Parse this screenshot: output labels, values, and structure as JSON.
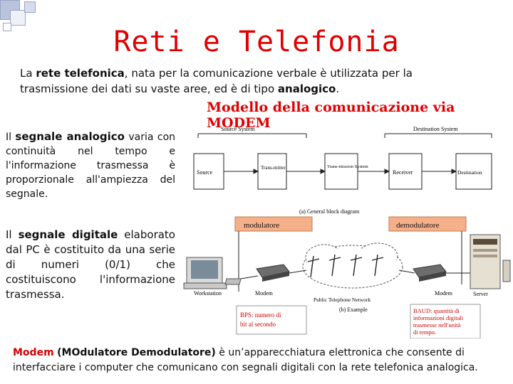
{
  "title": "Reti e Telefonia",
  "intro": {
    "t1": "La ",
    "b1": "rete telefonica",
    "t2": ", nata per la comunicazione verbale è utilizzata per la trasmissione dei dati su vaste aree, ed è di tipo ",
    "b2": "analogico",
    "t3": "."
  },
  "analog": {
    "t1": "Il ",
    "b1": "segnale analogico",
    "t2": " varia con continuità nel tempo e l'informazione trasmessa è proporzionale all'ampiezza del segnale."
  },
  "digital": {
    "t1": "Il ",
    "b1": "segnale digitale",
    "t2": " elaborato dal PC è costituito da una serie di numeri (0/1) che costituiscono l'informazione trasmessa."
  },
  "footer": {
    "r1": "Modem",
    "t1": " ",
    "b1": "(MOdulatore Demodulatore)",
    "t2": " è un’apparecchiatura elettronica che consente di interfacciare i computer che comunicano con segnali digitali con la rete telefonica analogica."
  },
  "figure": {
    "title": "Modello della comunicazione via MODEM",
    "source_system": "Source System",
    "destination_system": "Destination System",
    "blocks": [
      "Source",
      "Trans-mitter",
      "Trans-mission System",
      "Receiver",
      "Destination"
    ],
    "caption_a": "(a) General block diagram",
    "modulatore": "modulatore",
    "demodulatore": "demodulatore",
    "workstation": "Workstation",
    "modem_left": "Modem",
    "network": "Public Telephone Network",
    "modem_right": "Modem",
    "server": "Server",
    "caption_b": "(b) Example",
    "bps": "BPS: numero di bit al secondo",
    "baud": "BAUD: quantità di informazioni digitali trasmesse nell'unità di tempo."
  },
  "colors": {
    "title_red": "#e00000",
    "label_box": "#f5b08a",
    "note_red": "#cc0000"
  }
}
